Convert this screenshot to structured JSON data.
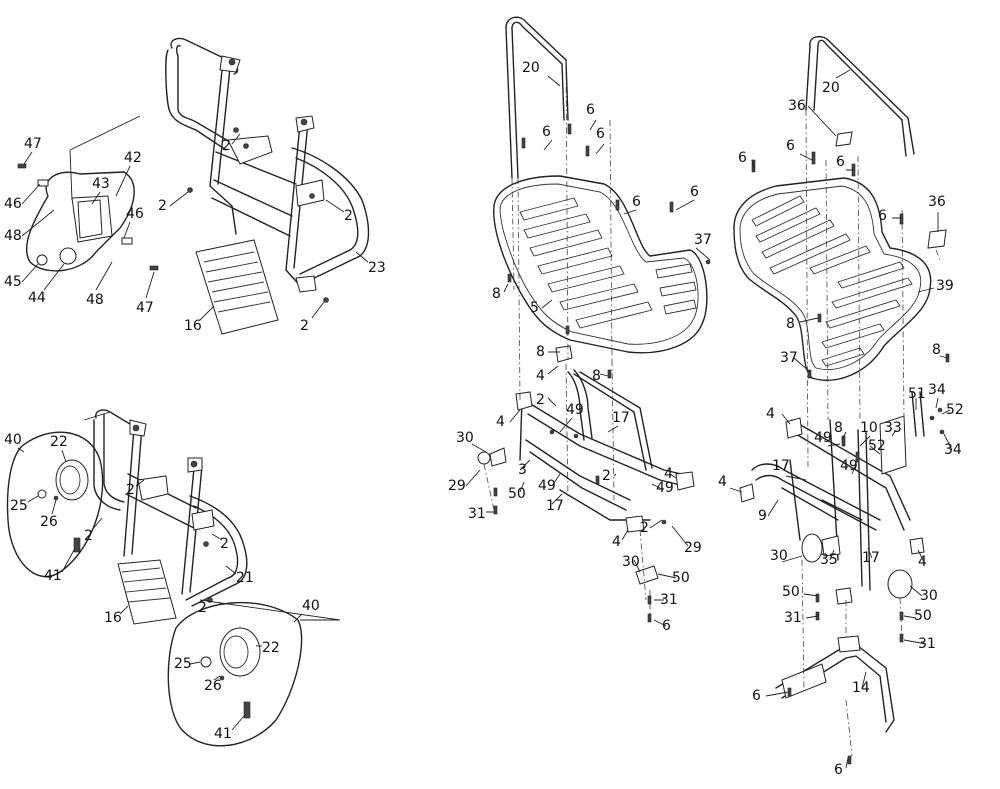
{
  "callouts": {
    "front_guard": [
      "47",
      "46",
      "48",
      "45",
      "44",
      "48",
      "47",
      "43",
      "42",
      "46",
      "2",
      "2",
      "2",
      "16",
      "2",
      "23"
    ],
    "front_guard_lights": [
      "40",
      "22",
      "25",
      "26",
      "41",
      "2",
      "2",
      "2",
      "2",
      "21",
      "16",
      "40",
      "22",
      "25",
      "26",
      "41"
    ],
    "rear_rack_a": [
      "20",
      "6",
      "6",
      "6",
      "6",
      "6",
      "37",
      "8",
      "5",
      "8",
      "4",
      "8",
      "2",
      "49",
      "17",
      "30",
      "29",
      "3",
      "4",
      "31",
      "50",
      "17",
      "49",
      "2",
      "4",
      "4",
      "49",
      "2",
      "29",
      "30",
      "50",
      "31",
      "6"
    ],
    "rear_rack_b": [
      "20",
      "36",
      "6",
      "6",
      "6",
      "6",
      "36",
      "8",
      "39",
      "37",
      "8",
      "4",
      "8",
      "10",
      "49",
      "52",
      "33",
      "17",
      "49",
      "51",
      "34",
      "52",
      "34",
      "4",
      "9",
      "30",
      "35",
      "17",
      "4",
      "50",
      "31",
      "30",
      "50",
      "31",
      "14",
      "6",
      "6"
    ]
  }
}
